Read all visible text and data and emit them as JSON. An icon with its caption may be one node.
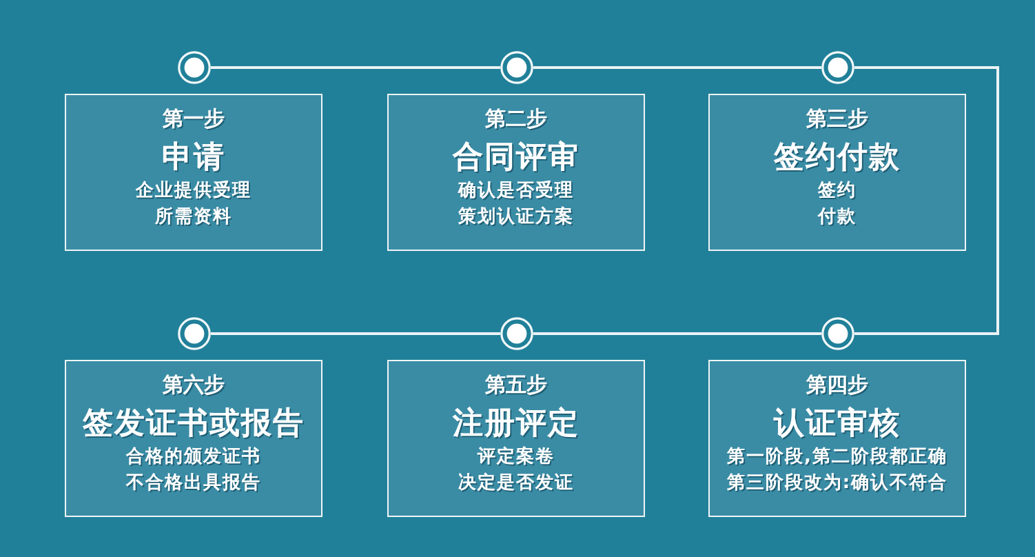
{
  "diagram": {
    "nodes": [
      {
        "text": [],
        "shape": "circle"
      },
      {
        "text": [],
        "shape": "circle"
      },
      {
        "text": [],
        "shape": "circle"
      },
      {
        "text": [
          "第一步",
          "申请",
          "企业提供受理所需资料"
        ]
      },
      {
        "text": [
          "第二步",
          "合同评审",
          "确认是否受理",
          "策划认证方案"
        ]
      },
      {
        "text": [
          "第三步",
          "签约付款",
          "签约",
          "付款"
        ]
      },
      {
        "text": [],
        "shape": "circle"
      },
      {
        "text": [],
        "shape": "circle"
      },
      {
        "text": [],
        "shape": "circle"
      },
      {
        "text": [
          "第六步",
          "签发证书或报告",
          "合格的颁发证书",
          "不合格出具报告"
        ]
      },
      {
        "text": [
          "第五步",
          "注册评定",
          "评定案卷",
          "决定是否发证"
        ]
      },
      {
        "text": [
          "第四步",
          "认证审核",
          "第一阶段,第二阶段都正确",
          "第三阶段改为:确认不符合"
        ]
      }
    ],
    "edges": [
      {
        "from": 0,
        "to": 1,
        "arrow": "none"
      },
      {
        "from": 1,
        "to": 2,
        "arrow": "none"
      },
      {
        "from": 2,
        "to": 8,
        "arrow": "none"
      },
      {
        "from": 8,
        "to": 7,
        "arrow": "none"
      },
      {
        "from": 7,
        "to": 6,
        "arrow": "none"
      }
    ]
  }
}
